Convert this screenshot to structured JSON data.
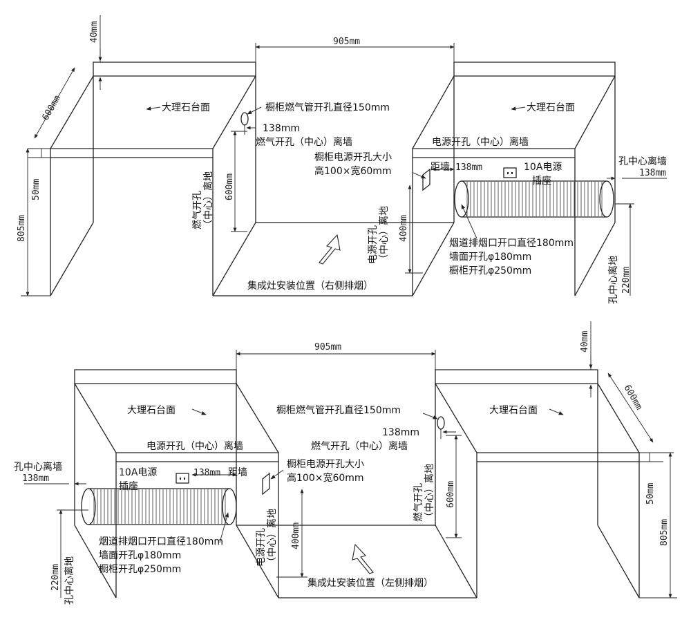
{
  "top": {
    "dim_905": "905mm",
    "dim_40": "40mm",
    "dim_600_depth": "600mm",
    "dim_50": "50mm",
    "dim_805": "805mm",
    "marble_left": "大理石台面",
    "marble_right": "大理石台面",
    "gas_hole": "橱柜燃气管开孔直径150mm",
    "gas_138": "138mm",
    "gas_center": "燃气开孔（中心）离墙",
    "gas_vert_a": "燃气开孔",
    "gas_vert_b": "（中心）离地",
    "dim_600_gas": "600mm",
    "power_center": "电源开孔（中心）离墙",
    "power_size_1": "橱柜电源开孔大小",
    "power_size_2": "高100×宽60mm",
    "dist_wall": "距墙",
    "dist_138": "138mm",
    "socket_1": "10A电源",
    "socket_2": "插座",
    "hole_center": "孔中心离墙",
    "hole_138": "138mm",
    "power_vert_a": "电源开孔",
    "power_vert_b": "（中心）离地",
    "dim_400": "400mm",
    "flue_1": "烟道排烟口开口直径180mm",
    "flue_2": "墙面开孔φ180mm",
    "flue_3": "橱柜开孔φ250mm",
    "hole_ground": "孔中心离地",
    "dim_220": "220mm",
    "install": "集成灶安装位置（右侧排烟）"
  },
  "bottom": {
    "dim_905": "905mm",
    "dim_40": "40mm",
    "dim_600_depth": "600mm",
    "dim_50": "50mm",
    "dim_805": "805mm",
    "marble_left": "大理石台面",
    "marble_right": "大理石台面",
    "gas_hole": "橱柜燃气管开孔直径150mm",
    "gas_138": "138mm",
    "gas_center": "燃气开孔（中心）离墙",
    "gas_vert_a": "燃气开孔",
    "gas_vert_b": "（中心）离地",
    "dim_600_gas": "600mm",
    "power_center": "电源开孔（中心）离墙",
    "power_size_1": "橱柜电源开孔大小",
    "power_size_2": "高100×宽60mm",
    "dist_wall": "距墙",
    "dist_138": "138mm",
    "socket_1": "10A电源",
    "socket_2": "插座",
    "hole_center": "孔中心离墙",
    "hole_138": "138mm",
    "power_vert_a": "电源开孔",
    "power_vert_b": "（中心）离地",
    "dim_400": "400mm",
    "flue_1": "烟道排烟口开口直径180mm",
    "flue_2": "墙面开孔φ180mm",
    "flue_3": "橱柜开孔φ250mm",
    "hole_ground": "孔中心离地",
    "dim_220": "220mm",
    "install": "集成灶安装位置（左侧排烟）"
  }
}
